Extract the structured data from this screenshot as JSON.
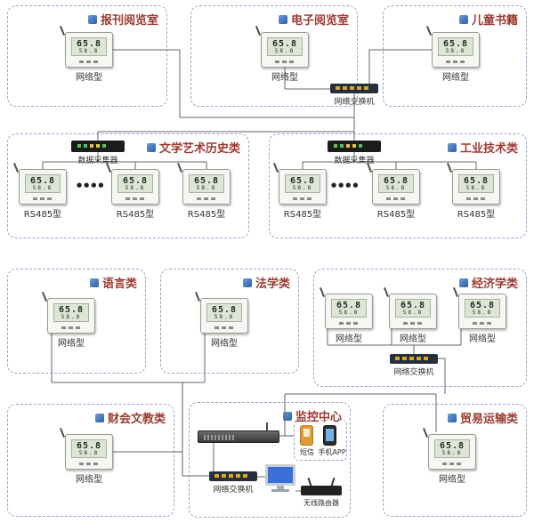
{
  "zones": {
    "baokan": {
      "label": "报刊阅览室"
    },
    "dianzi": {
      "label": "电子阅览室"
    },
    "ertong": {
      "label": "儿童书籍"
    },
    "wenxue": {
      "label": "文学艺术历史类"
    },
    "gongye": {
      "label": "工业技术类"
    },
    "yuyan": {
      "label": "语言类"
    },
    "faxue": {
      "label": "法学类"
    },
    "jingji": {
      "label": "经济学类"
    },
    "caikuai": {
      "label": "财会文教类"
    },
    "jiankong": {
      "label": "监控中心"
    },
    "maoyi": {
      "label": "贸易运输类"
    }
  },
  "labels": {
    "network_type": "网络型",
    "rs485_type": "RS485型",
    "switch": "网络交换机",
    "collector": "数据采集器",
    "wireless_router": "无线路由器",
    "sms": "短信",
    "mobile_app": "手机APP"
  },
  "lcd": {
    "line1": "65.8",
    "line2": "58.8"
  },
  "misc": {
    "ellipsis": "●●●●"
  },
  "colors": {
    "zone_border": "#8fa6cf",
    "zone_label": "#9c3a30",
    "line": "#666666",
    "lcd_bg": "#dde6d6"
  }
}
